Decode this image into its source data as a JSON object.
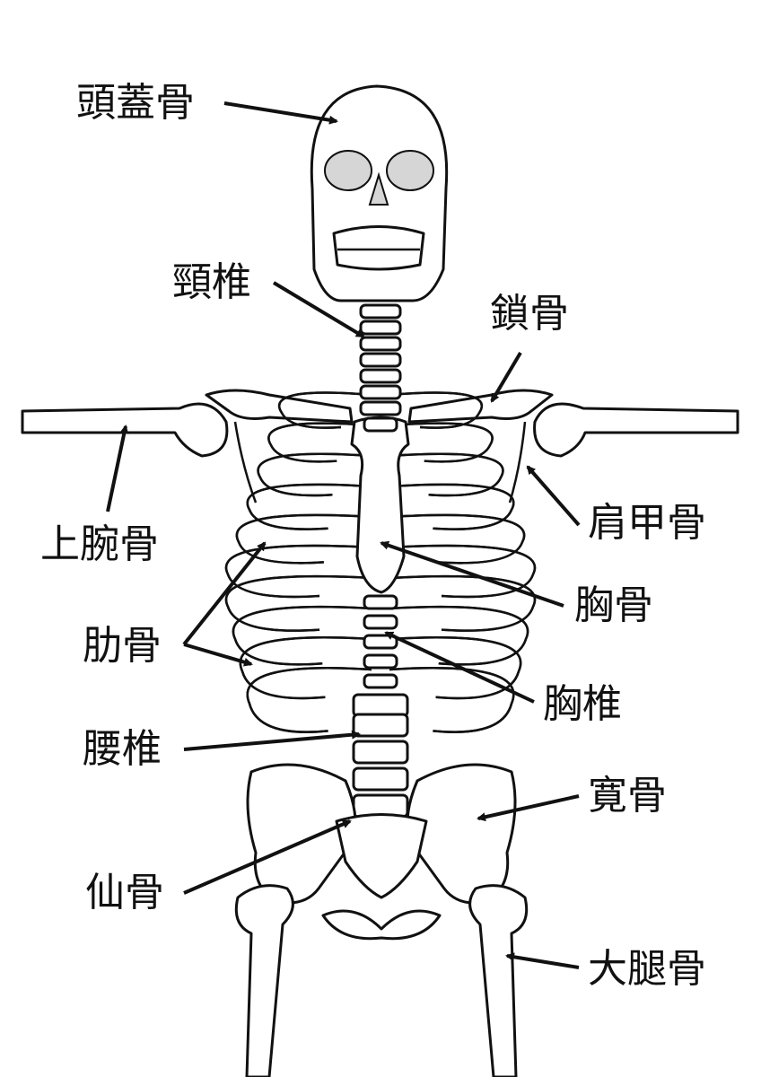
{
  "title": "Skeleton diagram",
  "labels": {
    "skull": "頭蓋骨",
    "cervical": "頸椎",
    "clavicle": "鎖骨",
    "humerus": "上腕骨",
    "scapula": "肩甲骨",
    "sternum": "胸骨",
    "ribs": "肋骨",
    "thoracic": "胸椎",
    "lumbar": "腰椎",
    "hip": "寛骨",
    "sacrum": "仙骨",
    "femur": "大腿骨"
  }
}
